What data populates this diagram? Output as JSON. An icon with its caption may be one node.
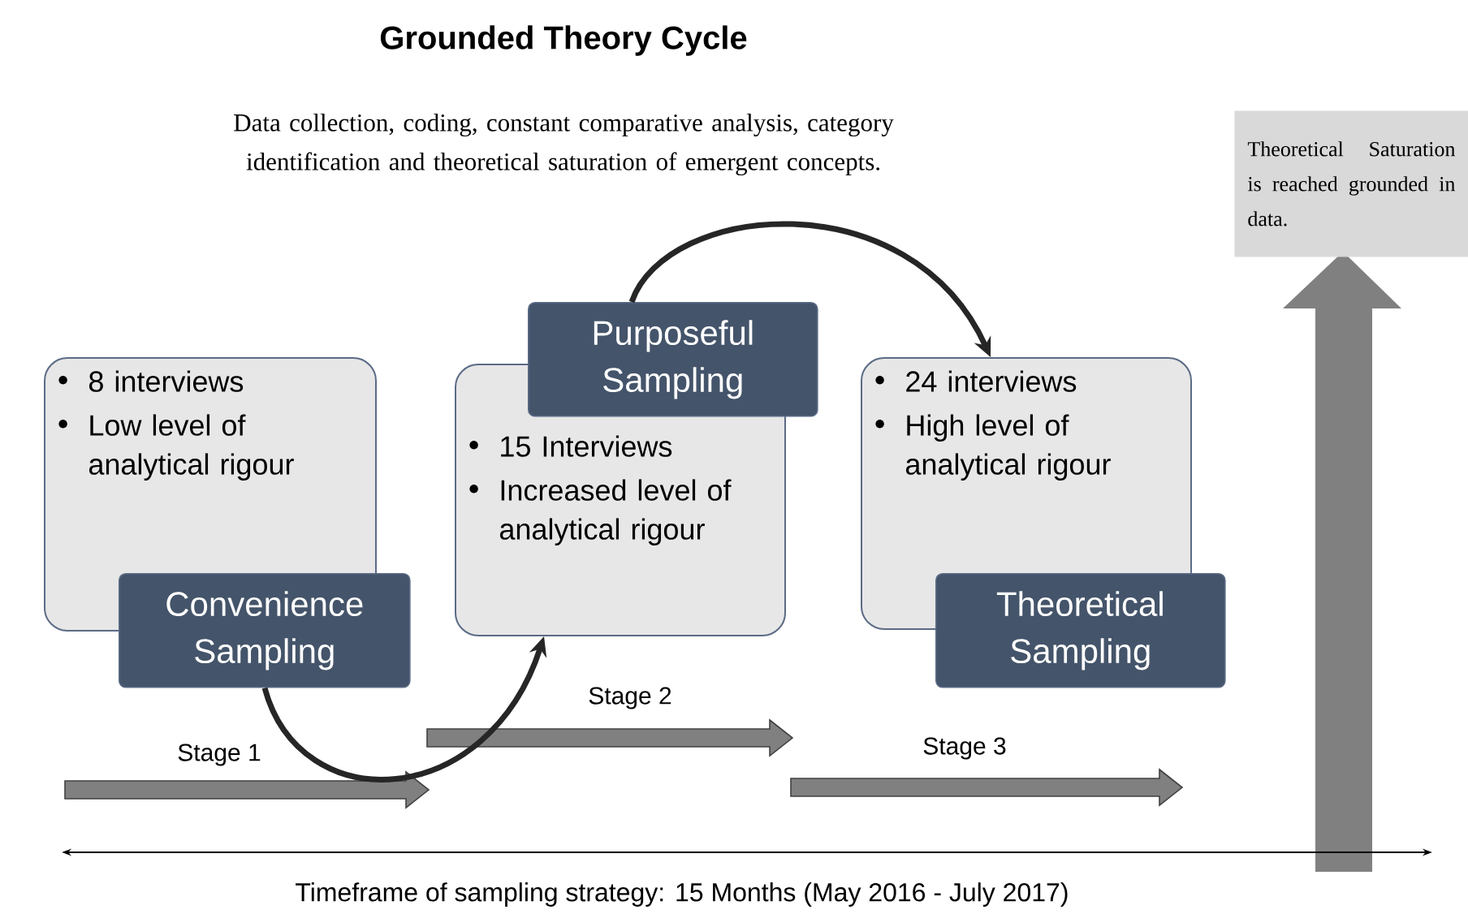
{
  "diagram": {
    "title": "Grounded Theory Cycle",
    "nodes": [
      {
        "text": [
          "8 interviews",
          "Low level of analytical rigour"
        ]
      },
      {
        "text": [
          "Convenience Sampling"
        ]
      },
      {
        "text": [
          "15 Interviews",
          "Increased level of analytical rigour"
        ]
      },
      {
        "text": [
          "Purposeful Sampling"
        ]
      },
      {
        "text": [
          "24 interviews",
          "High level of analytical rigour"
        ]
      },
      {
        "text": [
          "Theoretical Sampling"
        ]
      },
      {
        "text": [
          "Theoretical Saturation is reached grounded in data."
        ]
      }
    ],
    "edges": [
      {
        "from": 1,
        "to": 2,
        "arrow": "to"
      },
      {
        "from": 3,
        "to": 4,
        "arrow": "to"
      }
    ],
    "labels": [
      "Data collection, coding, constant comparative analysis, category identification and theoretical saturation of emergent concepts.",
      "Stage 2",
      "Stage 1",
      "Stage 3",
      "Timeframe of sampling strategy: 15 Months (May 2016 - July 2017)"
    ]
  }
}
